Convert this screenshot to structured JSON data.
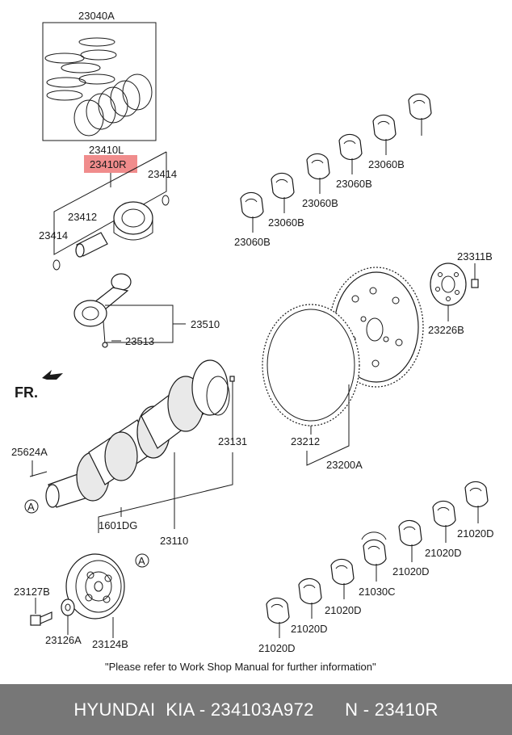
{
  "footer": {
    "text": "HYUNDAI  KIA - 234103A972      N - 23410R"
  },
  "note": "\"Please refer to Work Shop Manual for further information\"",
  "highlight_color": "#f08c8c",
  "direction": {
    "label": "FR."
  },
  "callouts": {
    "a": "A"
  },
  "parts": {
    "p23040A": "23040A",
    "p23410L": "23410L",
    "p23410R": "23410R",
    "p23414_top": "23414",
    "p23414_left": "23414",
    "p23412": "23412",
    "p23510": "23510",
    "p23513": "23513",
    "p25624A": "25624A",
    "p23131": "23131",
    "p1601DG": "1601DG",
    "p23110": "23110",
    "p23127B": "23127B",
    "p23126A": "23126A",
    "p23124B": "23124B",
    "p23060B_1": "23060B",
    "p23060B_2": "23060B",
    "p23060B_3": "23060B",
    "p23060B_4": "23060B",
    "p23060B_5": "23060B",
    "p23311B": "23311B",
    "p23226B": "23226B",
    "p23212": "23212",
    "p23200A": "23200A",
    "p21020D_1": "21020D",
    "p21020D_2": "21020D",
    "p21020D_3": "21020D",
    "p21030C": "21030C",
    "p21020D_4": "21020D",
    "p21020D_5": "21020D"
  }
}
